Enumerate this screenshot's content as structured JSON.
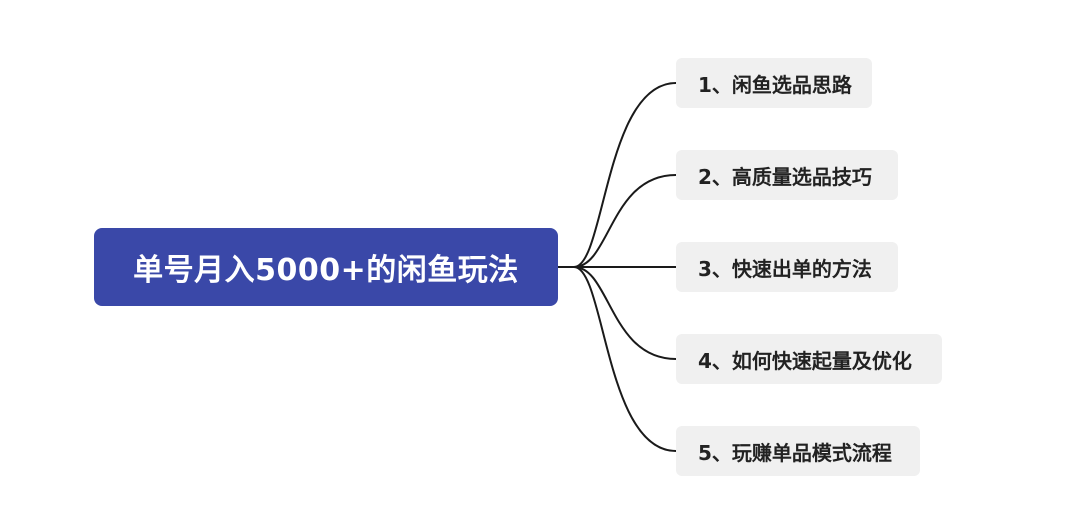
{
  "mindmap": {
    "root": {
      "label": "单号月入5000+的闲鱼玩法"
    },
    "branches": [
      {
        "label": "1、闲鱼选品思路"
      },
      {
        "label": "2、高质量选品技巧"
      },
      {
        "label": "3、快速出单的方法"
      },
      {
        "label": "4、如何快速起量及优化"
      },
      {
        "label": "5、玩赚单品模式流程"
      }
    ],
    "colors": {
      "root_fill": "#3a48a8",
      "root_text": "#ffffff",
      "branch_fill": "#f0f0f0",
      "branch_text": "#222222",
      "connector": "#1a1a1a"
    }
  }
}
